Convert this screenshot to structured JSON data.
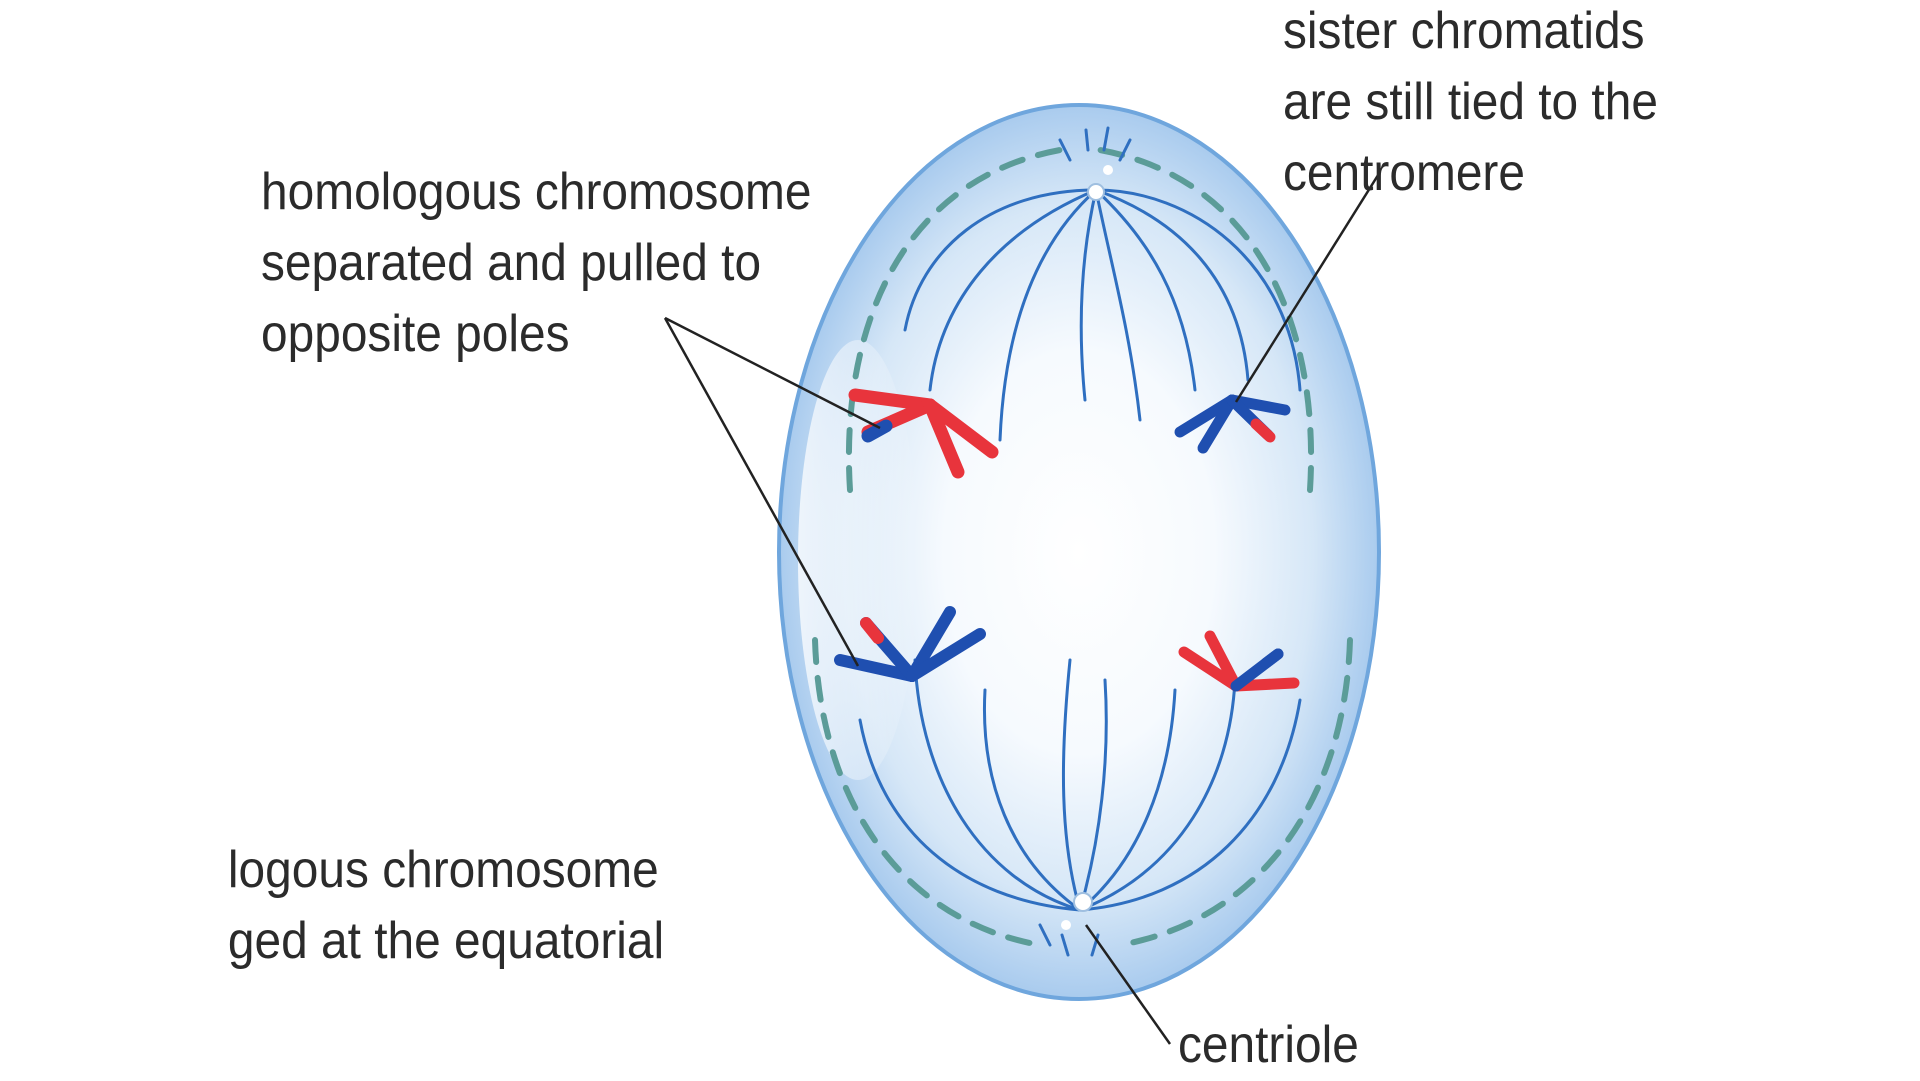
{
  "labels": {
    "homologous_separated": [
      "homologous chromosome",
      "separated and pulled to",
      "opposite poles"
    ],
    "sister_chromatids": [
      "sister chromatids",
      "are still tied to the",
      "centromere"
    ],
    "centriole": "centriole",
    "partial_left": [
      "logous chromosome",
      "ged at the equatorial"
    ]
  },
  "colors": {
    "cell_outline": "#6fa6dd",
    "cell_fill": "#cfe3f6",
    "spindle": "#2f6fc0",
    "nuclear_dashes": "#5b9c98",
    "chromosome_blue": "#1f4fb0",
    "chromosome_red": "#e8343c",
    "leader_line": "#222222"
  }
}
